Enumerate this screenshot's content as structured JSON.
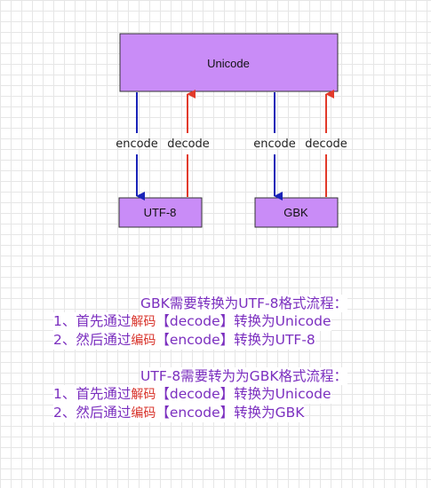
{
  "diagram": {
    "boxes": {
      "unicode": "Unicode",
      "utf8": "UTF-8",
      "gbk": "GBK"
    },
    "edges": {
      "left_encode": "encode",
      "left_decode": "decode",
      "right_encode": "encode",
      "right_decode": "decode"
    },
    "colors": {
      "box_fill": "#c98cf7",
      "box_border": "#333333",
      "encode_arrow": "#1a23b8",
      "decode_arrow": "#e23a2a"
    }
  },
  "notes": {
    "section1": {
      "heading": "GBK需要转换为UTF-8格式流程：",
      "step1": {
        "prefix": "1、首先通过",
        "verb": "解码",
        "rest": "【decode】转换为Unicode"
      },
      "step2": {
        "prefix": "2、然后通过",
        "verb": "编码",
        "rest": "【encode】转换为UTF-8"
      }
    },
    "section2": {
      "heading": "UTF-8需要转为为GBK格式流程：",
      "step1": {
        "prefix": "1、首先通过",
        "verb": "解码",
        "rest": "【decode】转换为Unicode"
      },
      "step2": {
        "prefix": "2、然后通过",
        "verb": "编码",
        "rest": "【encode】转换为GBK"
      }
    },
    "colors": {
      "text": "#7b2fbf",
      "highlight": "#d8332b"
    }
  }
}
